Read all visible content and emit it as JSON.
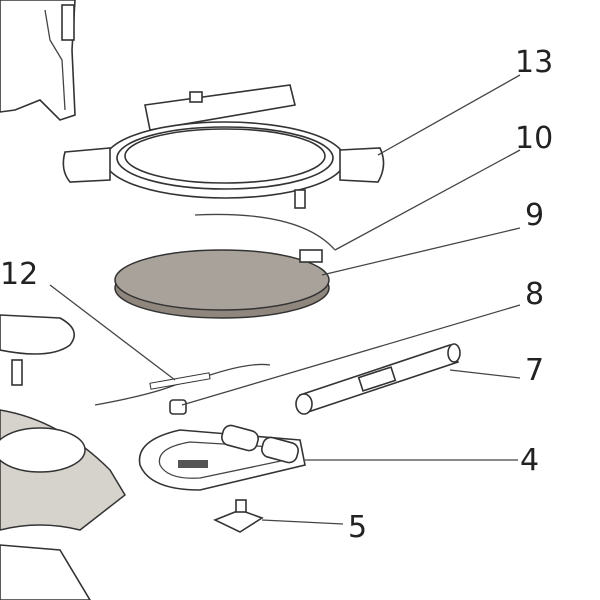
{
  "diagram": {
    "labels": {
      "p13": "13",
      "p10": "10",
      "p9": "9",
      "p8": "8",
      "p12": "12",
      "p7": "7",
      "p4": "4",
      "p5": "5"
    },
    "colors": {
      "disc": "#a9a29a",
      "grate": "#d6d2cc",
      "line": "#333333"
    }
  }
}
